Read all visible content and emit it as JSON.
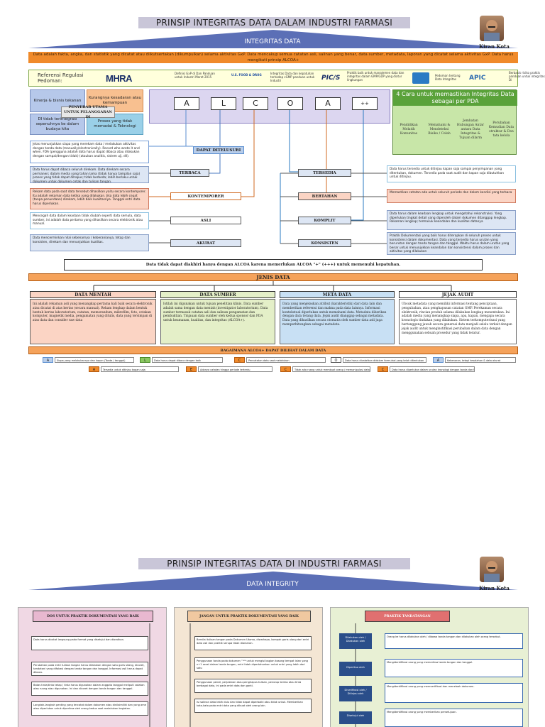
{
  "page1": {
    "title": "PRINSIP INTEGRITAS DATA DALAM INDUSTRI FARMASI",
    "subtitle": "INTEGRITAS DATA",
    "author": "Kiran Kota",
    "definition": "Data adalah fakta, angka, dan statistik yang dicatat atau diikutsertakan (dikumpulkan) selama aktivitas GxP. Data mencakup semua catatan asli, salinan yang benar, data sumber, metadata, laporan yang dicatat selama aktivitas GxP. Data harus mengikuti prinsip ALCOA+",
    "references": {
      "title": "Referensi Regulasi Pedoman:",
      "mhra": "MHRA",
      "mhra_text": "Definisi GxP di Dan Panduan untuk Industri Maret 2015",
      "fda_logo": "U.S. FOOD & DRUG",
      "fda_text": "Integritas Data dan kepatuhan terhadap cGMP panduan untuk Industri",
      "pics": "PIC/S",
      "pics_text": "Praktik baik untuk manajemen data dan integritas dalam GMP/GDP yang diatur lingkungan",
      "who_text": "Pedoman tentang Data Integritas",
      "apic": "APIC",
      "apic_text": "Berbasis risiko praktis panduan untuk integritas Di"
    },
    "drivers": {
      "q1": "Kinerja & bisnis tekanan",
      "q2": "Kurangnya kesadaran atau kemampuan",
      "center": "PENYEBAB UTAMA UNTUK PELANGGARAN DI",
      "q3": "DI tidak terintegrasi sepenuhnya ke dalam budaya kita",
      "q4": "Proses yang tidak memadai & Teknologi"
    },
    "alcoa": [
      "A",
      "L",
      "C",
      "O",
      "A",
      "++"
    ],
    "pda": {
      "title": "4 Cara untuk memastikan Integritas Data sebagai per PDA",
      "cells": [
        "Pendidikan Melatih Komunitas",
        "Memahami & Mendeteksi Risiko / Celah",
        "Jembatan Hubungan Antar antara Data Integritas & Tujuan dilarm",
        "Perubahan Kemudian Data struktur & Dsn tata kelola"
      ]
    },
    "left_items": [
      {
        "label": "DAPAT DITELUSURI",
        "desc": "Jelas menunjukkan siapa yang merekam data / melakukan aktivitas dengan tanda data (manually/electronically). Record who wrote it and when. FDA (pengguna adalah data harus dapat dibaca atau dilakukan dengan sampai/dengan tidak) (ataukan analitis, sistem uji, dll)."
      },
      {
        "label": "TERBACA",
        "desc": "Data harus dapat dibaca seluruh direkam. Data direkam secara permanen; dalam media yang tahan lama (tidak hanya tampilan saja) proses yang tidak dapat dihapus; tidak berbeda; lebih berlaku untuk dokumen untuk dokumen cetak dan tulisan tangan."
      },
      {
        "label": "KONTEMPORER",
        "desc": "Rekam data pada saat data tersebut dihasilkan yaitu secara kontemporer. Itu adalah rekaman data ketika yang dilakukan. Jika data lebih cepat (tanpa penundaan) direkam, lebih baik kualitasnya. Tanggal entri data harus diperlukan."
      },
      {
        "label": "ASLI",
        "desc": "Mencegah data dalam keadaan tidak diubah seperti data semula, data sumber, ini adalah data pertama yang dihasilkan secara elektronik atau manual."
      },
      {
        "label": "AKURAT",
        "desc": "Data mencerminkan nilai sebenarnya / keberanianya, tetap dan konsisten, direkam dan menunjukkan kualitas."
      }
    ],
    "right_items": [
      {
        "label": "TERSEDIA",
        "desc": "Data harus tersedia untuk ditinjau kapan saja sampai penyimpanan yang ditentukan, dokumen. Tersedia pada saat audit dan kapan saja dibutuhkan untuk ditinjau."
      },
      {
        "label": "BERTAHAN",
        "desc": "Memastikan catatan ada untuk seluruh periode dan dalam kondisi yang terbaca"
      },
      {
        "label": "KOMPLIT",
        "desc": "Data harus dalam keadaan lengkap untuk mengetahui rekonstruksi. Yang diperlukan tingkat detail yang diperoleh dalam dokumen ditanggap lengkap. Rekaman lengkap; termasuk keandalan dan kualitas datanya"
      },
      {
        "label": "KONSISTEN",
        "desc": "Praktik Dokumentasi yang baik harus diterapkan di seluruh proses untuk konsistensi dalam dokumentasi. Data yang tersedia harus urutan yang berurutan dengan tanda tangan dan tanggal. Waktu harus dalam urutan yang benar untuk menunjukkan keandalan dan konsistensi dalam proses dan aktivitas yang dilakukan"
      }
    ],
    "note": "Data tidak dapat diakhiri hanya dengan ALCOA karena memerlukan ALCOA \"+\" (+++) untuk memenuhi kepatuhan.",
    "jenis_title": "JENIS DATA",
    "jenis": [
      {
        "head": "DATA MENTAH",
        "body": "Ini adalah rekaman asli yang menangkap pertama kali baik secara elektronik atau dicatat di atas kertas (secara manual). Rekam lengkap dalam bentuk bentuk kertas laboratorium, catatan, memorandum, mikrofilm, foto, cetakan komputer, magnetik media, pengamatan yang ditulis, data yang tersimpan di atas data dan consider raw data"
      },
      {
        "head": "DATA SUMBER",
        "body": "Istilah ini digunakan untuk tujuan penelitian klinis. Data sumber adalah sama dengan data mentah (investigator laboratorium). Data sumber termasuk catatan asli dan salinan pengamatan dan pembuktian. Tinjauan data sumber oleh kedua sponsor dan FDA untuk keamanan, kualitas, dan integritas (ALCOA+)."
      },
      {
        "head": "META DATA",
        "body": "Data yang menjelaskan atribut (karakteristik) dari data lain dan memberikan referensi dan makna pada data lainnya. Informasi kontekstual diperlukan untuk memahami data. Metadata diberikan dengan data terang data. Jejak audit dianggap sebagai metadata. Data yang dihasilkan secara otomatis oleh sumber data asli juga memperhitungkan sebagai metadata."
      },
      {
        "head": "JEJAK AUDIT",
        "body": "Ubsuk metadata yang memiliki informasi tentang penciptaan, pengubahan, atau penghapusan catatan GMP. Perekaman secara elektronik, rincian produk selama dilakukan lengkap menentukan. Ini adalah media yang menangkap siapa, apa, kapan, mengapa secara kronologis tindakan yang dilakukan. Sistem terkomputerisasi yang bertanggung jawab secara generasi data menjadi selalu terkait dengan jejak audit untuk menginstifikasi perubahan dalam data dengan menggunakan sebuah prosedur yang tidak teratur."
      }
    ],
    "bagaimana": "BAGAIMANA ALCOA+ DAPAT DILIHAT DALAM DATA",
    "legend_row1": [
      {
        "chip": "A",
        "text": "Siapa yang melakukannya dan kapan (Tanda / tanggal)"
      },
      {
        "chip": "L",
        "text": "Data harus dapat dibaca dengan baik"
      },
      {
        "chip": "C",
        "text": "Pencatatan data saat melakukan"
      },
      {
        "chip": "O",
        "text": "Data harus dicatatkan didalam formulasi yang telah ditentukan"
      },
      {
        "chip": "A",
        "text": "Kebenaran, tetapi kesalahan & data akurat"
      }
    ],
    "legend_row2": [
      {
        "chip": "A",
        "text": "Tersedia untuk ditinjau kapan saja"
      },
      {
        "chip": "E",
        "text": "Adanya catatan hingga periode tertentu"
      },
      {
        "chip": "C",
        "text": "Tidak ada ruang untuk membuat orang / memanipulasi data"
      },
      {
        "chip": "C",
        "text": "Data harus diperlukan dalam urutan kronologi dengan tanda dan tanggal"
      }
    ]
  },
  "page2": {
    "title": "PRINSIP INTEGRITAS DATA DI INDUSTRI FARMASI",
    "subtitle": "DATA INTEGRITY",
    "author": "Kiran Kota",
    "panel1": {
      "head": "DOS UNTUK PRAKTIK DOKUMENTASI YANG BAIK",
      "items": [
        "Data harus dicatat langsung pada format yang disetujui dan dioratkan.",
        "Perubahan pada entri tulisan tangan harus dilakukan dengan satu garis silang, dicoret, tandatani yang difokasi dengan tanda tangan dan tanggal. Informasi asli harus dapat dibaca.",
        "Batas tinta/tinta tetap / tinta harus digunakan dalam anggota tanggal meliputi catatan atas ruang atau digunakan. Ini dan dicoret dengan tanda tangan dan tanggal.",
        "Langkah-langkah penting yang tercatat dalam dokumen atau dinilaimiliki dan yang ame atau diperlukan untuk diperiksa oleh orang kedua saat melakukan kegiatan."
      ]
    },
    "panel2": {
      "head": "JANGAN UNTUK PRAKTIK DOKUMENTASI YANG BAIK",
      "items": [
        "Bernilai tulisan tangan pada Dokumen Utama, diwarkapa, kompak garis ulang dari entri data asli dan praktik serupa tidak dianiaran.",
        "Penggunaan tanda pada dokumen \" ** untuk mengisi bagian kosong tempat isian yang n+1 serat dalam tanda tangan, entri tidak dipertahankan untuk entri yang lebih dari satu",
        "Penggunaan pensil, perjalanan atau penghapus tulisan, penutup kertas atau tinta berbagai data, ini pada entri data dan ganti.",
        "Isi salinan data lebih dulu dan tidak dapat diperbaiki atau tidak untuk. Memberikan kata-kata pada entri data yang dibuat oleh orang lain."
      ]
    },
    "panel3": {
      "head": "PRAKTIK TANDATANGAN",
      "rows": [
        {
          "label": "Dilakukan oleh / Dilakukan oleh",
          "text": "Orang ke harus dilakukan oleh / dibawa tanda tangan dan dilakukan oleh orang tersebut."
        },
        {
          "label": "Diperiksa oleh",
          "text": "Mengidentifikasi orang yang memeriksa tanda tangan dan tanggal."
        },
        {
          "label": "Diverifikasi oleh / Ditinjau oleh",
          "text": "Mengidentifikasi orang yang memverifikasi dan menelaah dokumen."
        },
        {
          "label": "Disetujui oleh",
          "text": "Mengidentifikasi orang yang memberikan persetujuan."
        }
      ]
    }
  },
  "colors": {
    "title_bg": "#c9c6d8",
    "triangle": "#5b6fb6",
    "orange": "#f08a2a",
    "green": "#5aa23a",
    "lavender": "#dcd6f0"
  }
}
